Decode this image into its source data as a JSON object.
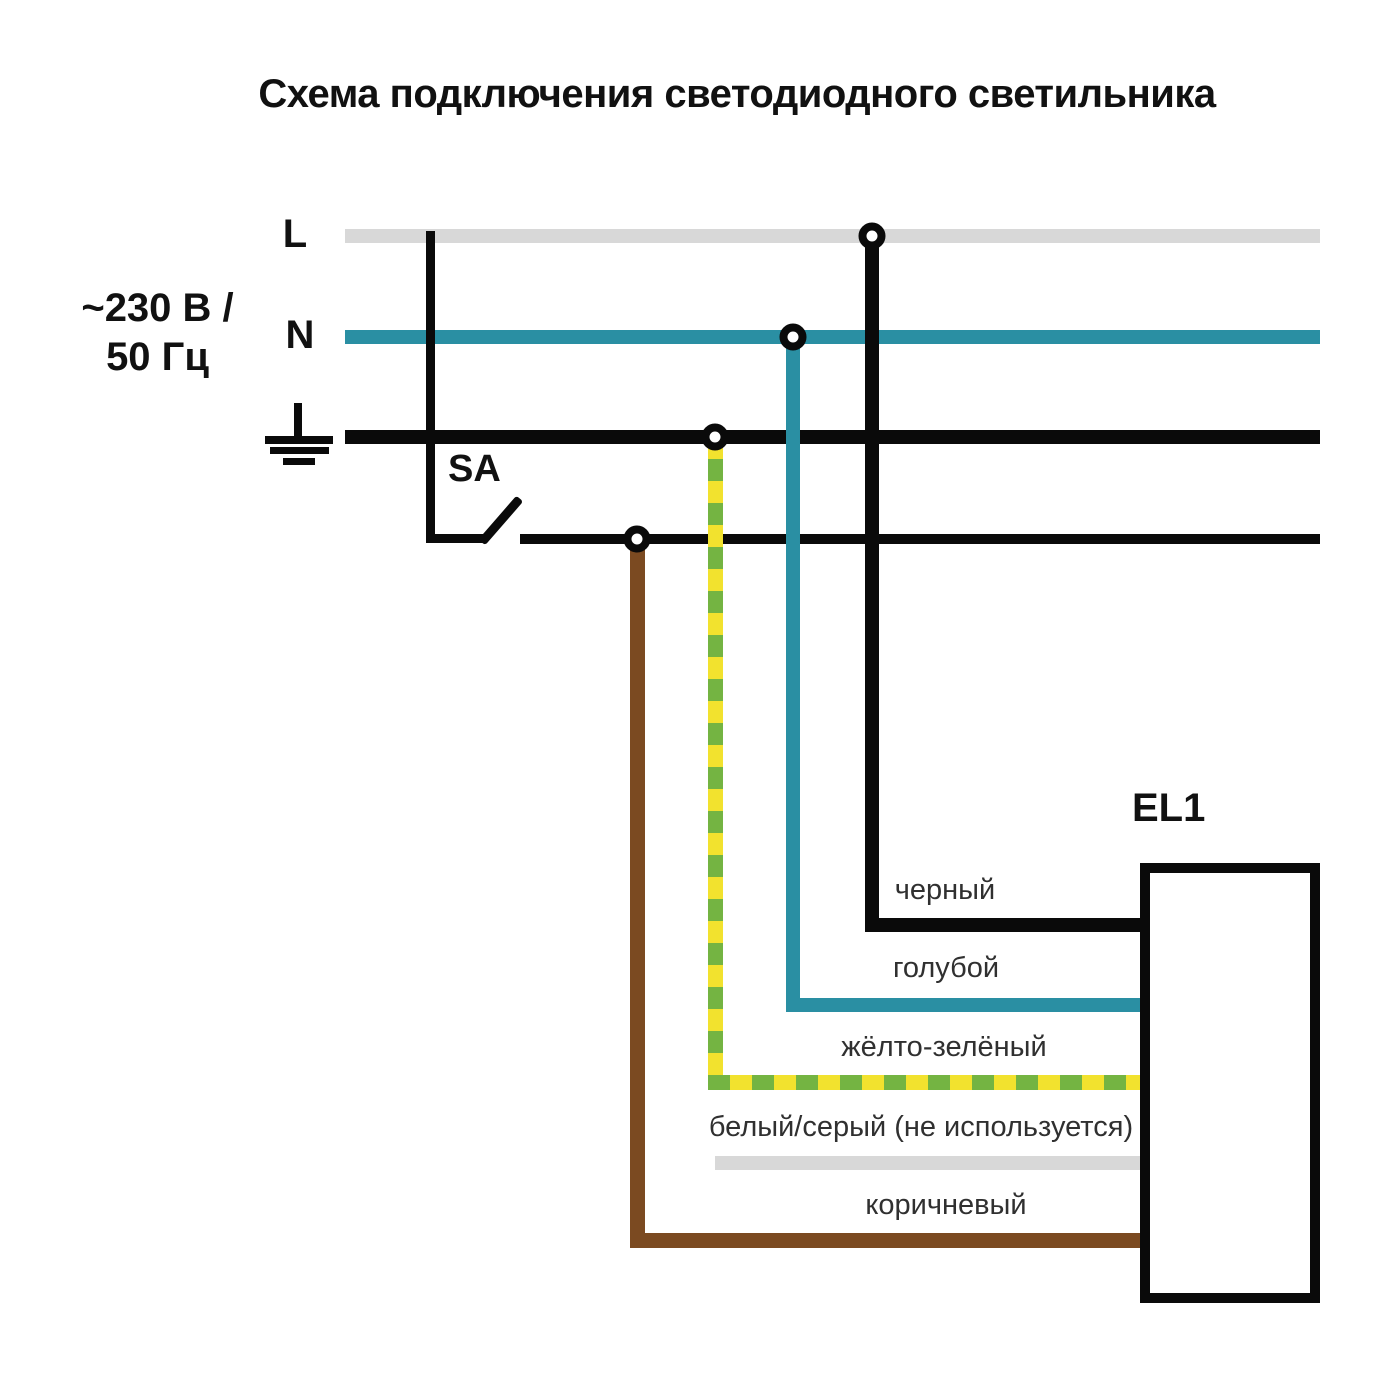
{
  "title": "Схема подключения светодиодного светильника",
  "source": {
    "voltage_label": "~230 В /",
    "frequency_label": "50 Гц",
    "line_label": "L",
    "neutral_label": "N"
  },
  "switch": {
    "label": "SA"
  },
  "luminaire": {
    "label": "EL1"
  },
  "wire_labels": {
    "black": "черный",
    "blue": "голубой",
    "yellow_green": "жёлто-зелёный",
    "white_gray": "белый/серый (не используется)",
    "brown": "коричневый"
  },
  "colors": {
    "wire-black": "#0a0a0a",
    "wire-gray": "#d8d8d8",
    "wire-teal": "#2a8fa3",
    "wire-yellow": "#f2e22e",
    "wire-green": "#74b442",
    "wire-brown": "#7b4a21",
    "label-text": "#303030"
  }
}
